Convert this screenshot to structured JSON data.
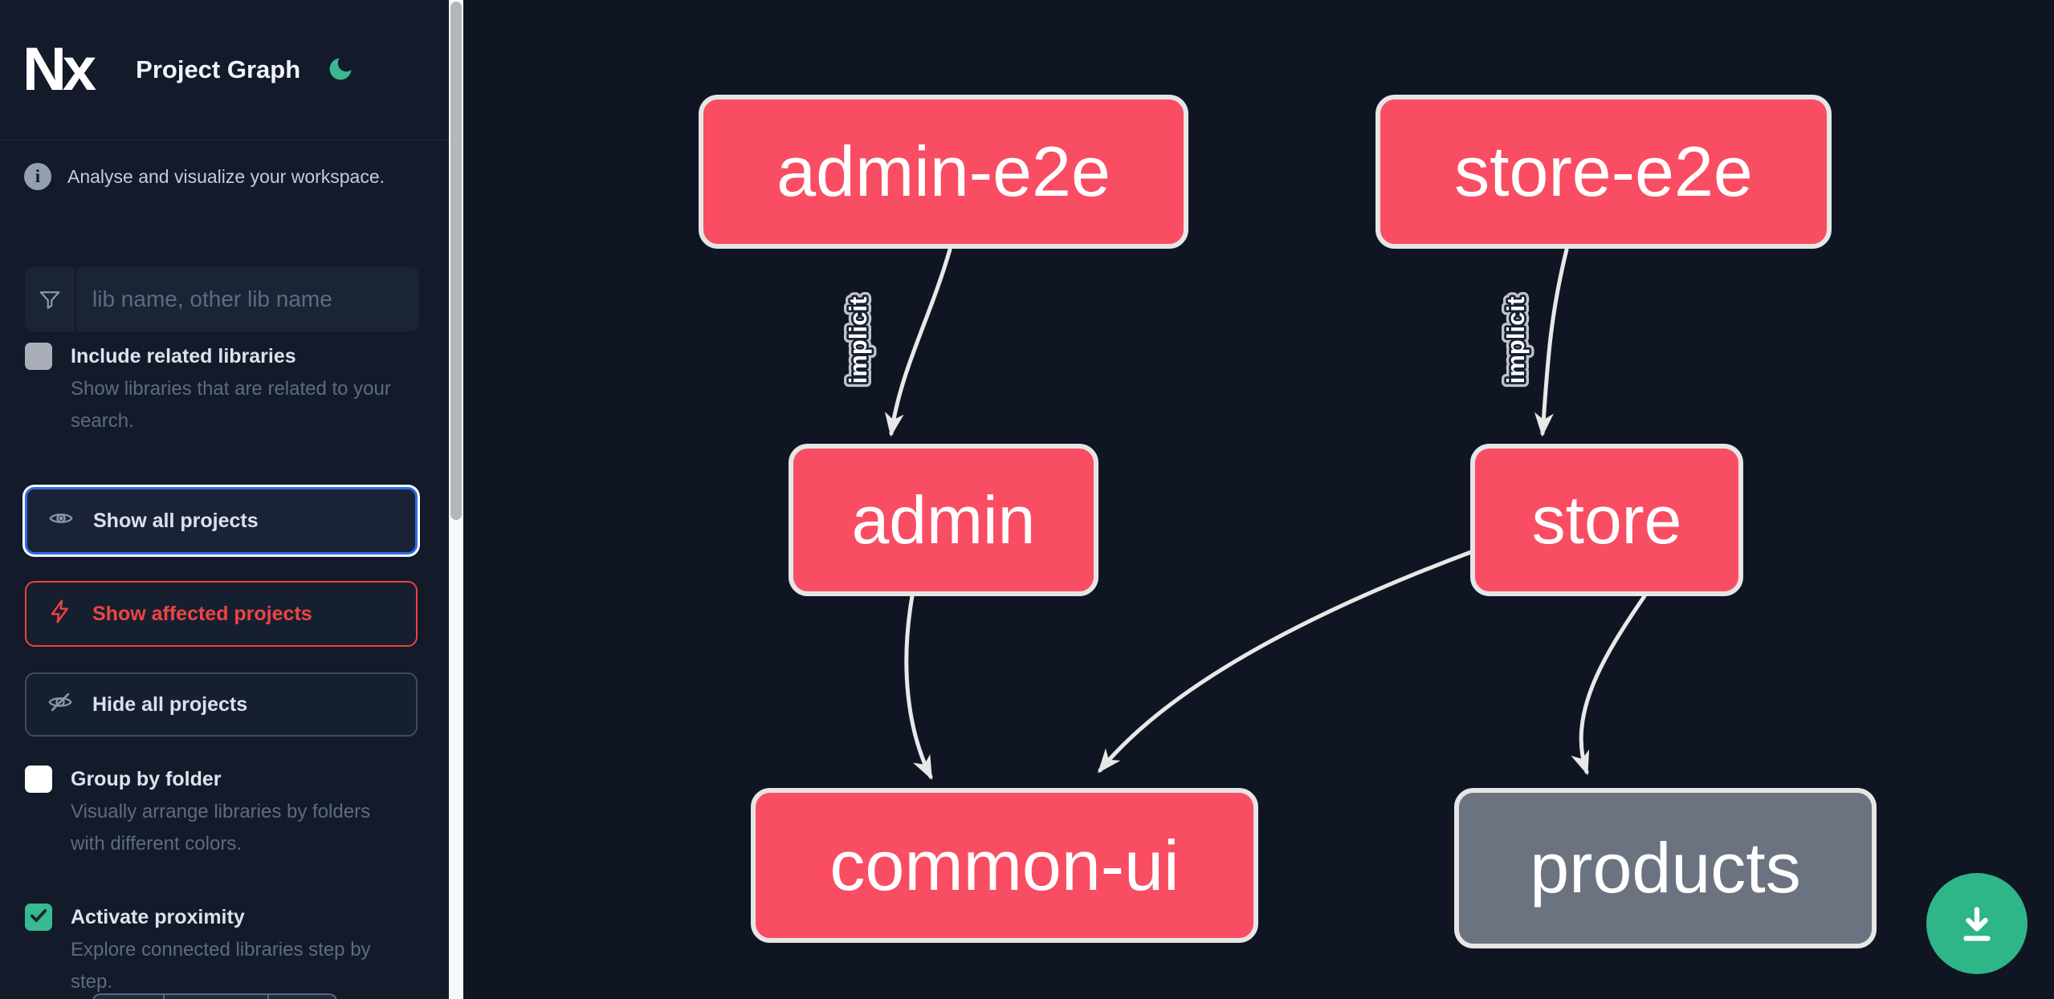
{
  "header": {
    "logo_text": "Nx",
    "title": "Project Graph",
    "theme_icon": "moon"
  },
  "sidebar": {
    "info_text": "Analyse and visualize your workspace.",
    "search_placeholder": "lib name, other lib name",
    "actions": [
      {
        "label": "Show all projects",
        "icon": "eye",
        "state": "focused"
      },
      {
        "label": "Show affected projects",
        "icon": "bolt",
        "state": "default"
      },
      {
        "label": "Hide all projects",
        "icon": "eye-off",
        "state": "default"
      }
    ],
    "options": [
      {
        "label": "Include related libraries",
        "description": "Show libraries that are related to your search.",
        "checked": false
      },
      {
        "label": "Group by folder",
        "description": "Visually arrange libraries by folders with different colors.",
        "checked": false
      },
      {
        "label": "Activate proximity",
        "description": "Explore connected libraries step by step.",
        "checked": true
      }
    ]
  },
  "graph": {
    "nodes": [
      {
        "id": "admin-e2e",
        "label": "admin-e2e",
        "color": "#f94d63"
      },
      {
        "id": "store-e2e",
        "label": "store-e2e",
        "color": "#f94d63"
      },
      {
        "id": "admin",
        "label": "admin",
        "color": "#f94d63"
      },
      {
        "id": "store",
        "label": "store",
        "color": "#f94d63"
      },
      {
        "id": "common-ui",
        "label": "common-ui",
        "color": "#f94d63"
      },
      {
        "id": "products",
        "label": "products",
        "color": "#6b7280"
      }
    ],
    "edges": [
      {
        "from": "admin-e2e",
        "to": "admin",
        "label": "implicit"
      },
      {
        "from": "store-e2e",
        "to": "store",
        "label": "implicit"
      },
      {
        "from": "admin",
        "to": "common-ui",
        "label": ""
      },
      {
        "from": "store",
        "to": "common-ui",
        "label": ""
      },
      {
        "from": "store",
        "to": "products",
        "label": ""
      }
    ]
  },
  "colors": {
    "accent_green": "#2eb588",
    "node_pink": "#f94d63",
    "node_gray": "#6b7280",
    "affected_red": "#ee4444",
    "focus_blue": "#2b6be8",
    "edge_gray": "#e8e8e8"
  }
}
